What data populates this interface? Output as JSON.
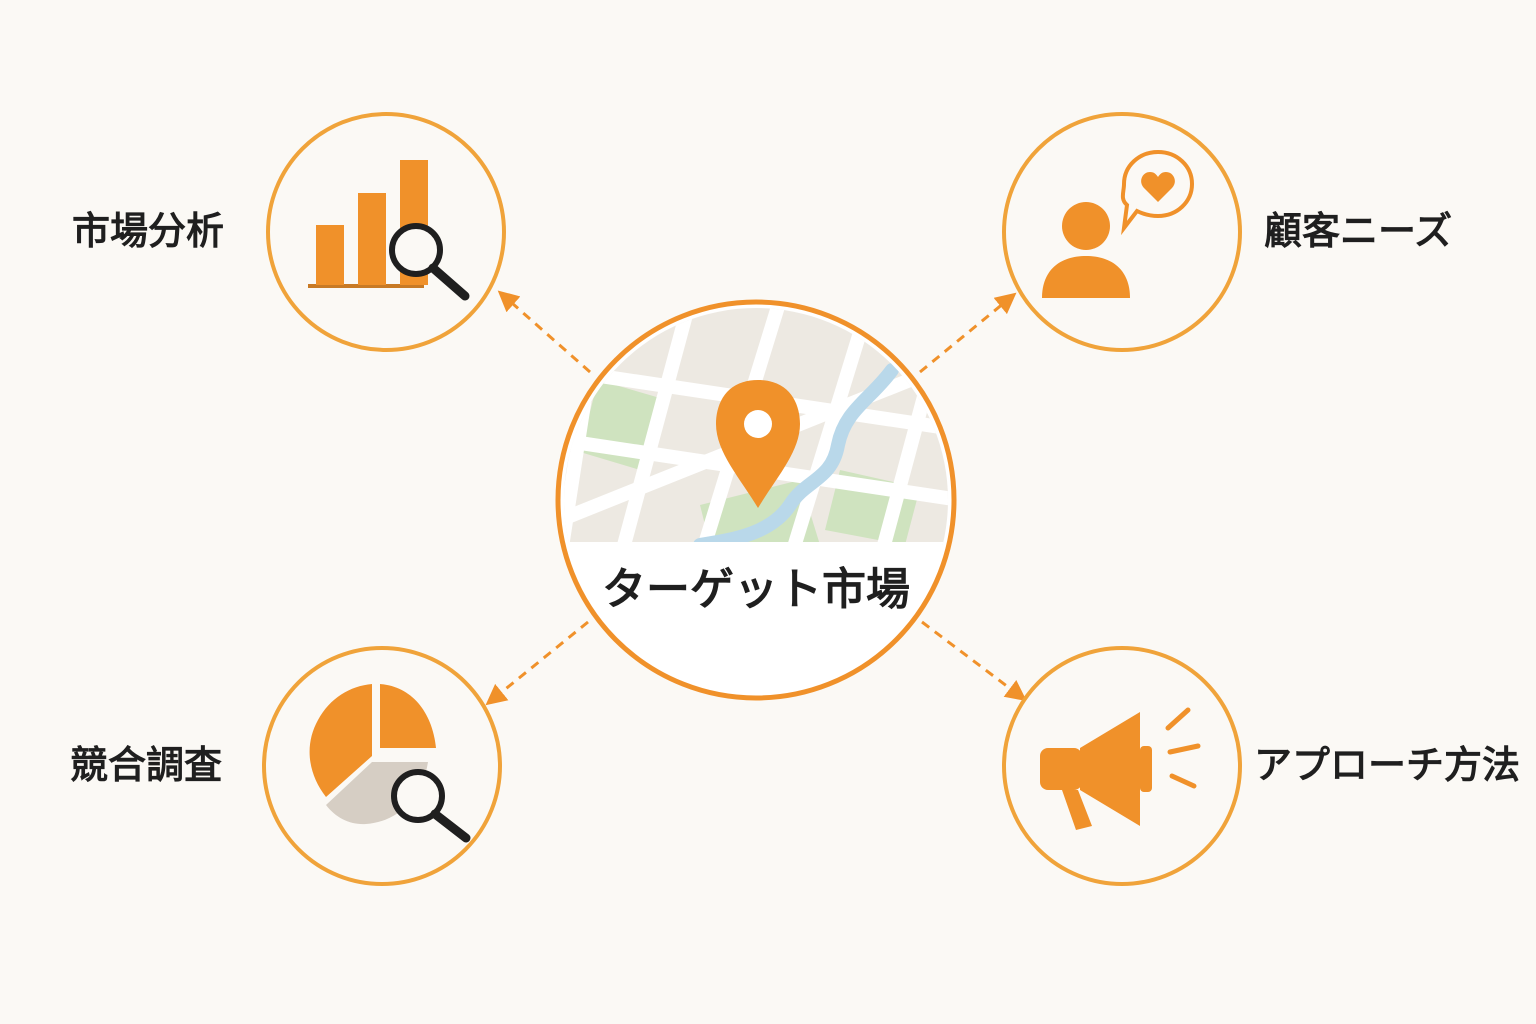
{
  "center": {
    "label": "ターゲット市場",
    "icon": "map-pin-icon"
  },
  "nodes": {
    "market_analysis": {
      "label": "市場分析",
      "icon": "bar-chart-magnifier-icon"
    },
    "customer_needs": {
      "label": "顧客ニーズ",
      "icon": "person-heart-bubble-icon"
    },
    "competitor_research": {
      "label": "競合調査",
      "icon": "pie-chart-magnifier-icon"
    },
    "approach_method": {
      "label": "アプローチ方法",
      "icon": "megaphone-icon"
    }
  },
  "colors": {
    "accent": "#f0912a",
    "ring": "#f0a33a",
    "text": "#1f1f1f",
    "map_block": "#ede9e2",
    "map_park": "#cfe3bf",
    "map_river": "#b9d8ea",
    "background": "#fbf9f5"
  }
}
